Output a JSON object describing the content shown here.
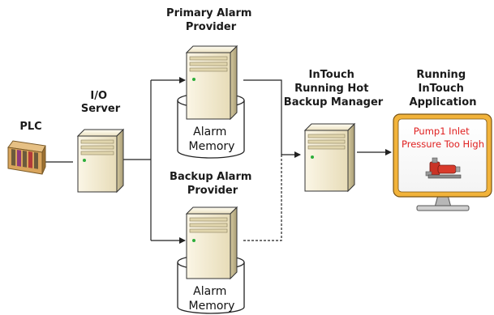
{
  "labels": {
    "plc": "PLC",
    "io_server": [
      "I/O",
      "Server"
    ],
    "primary_provider": [
      "Primary Alarm",
      "Provider"
    ],
    "backup_provider": [
      "Backup Alarm",
      "Provider"
    ],
    "hot_backup_manager": [
      "InTouch",
      "Running Hot",
      "Backup Manager"
    ],
    "application": [
      "Running",
      "InTouch",
      "Application"
    ]
  },
  "alarm_memory": {
    "primary": [
      "Alarm",
      "Memory"
    ],
    "backup": [
      "Alarm",
      "Memory"
    ]
  },
  "alarm_message": [
    "Pump1 Inlet",
    "Pressure Too High"
  ],
  "colors": {
    "server_body": "#f3ebd0",
    "server_side": "#c9bd93",
    "monitor_frame": "#f2b33a",
    "alarm_text": "#e02020",
    "pump": "#d93a2b"
  }
}
